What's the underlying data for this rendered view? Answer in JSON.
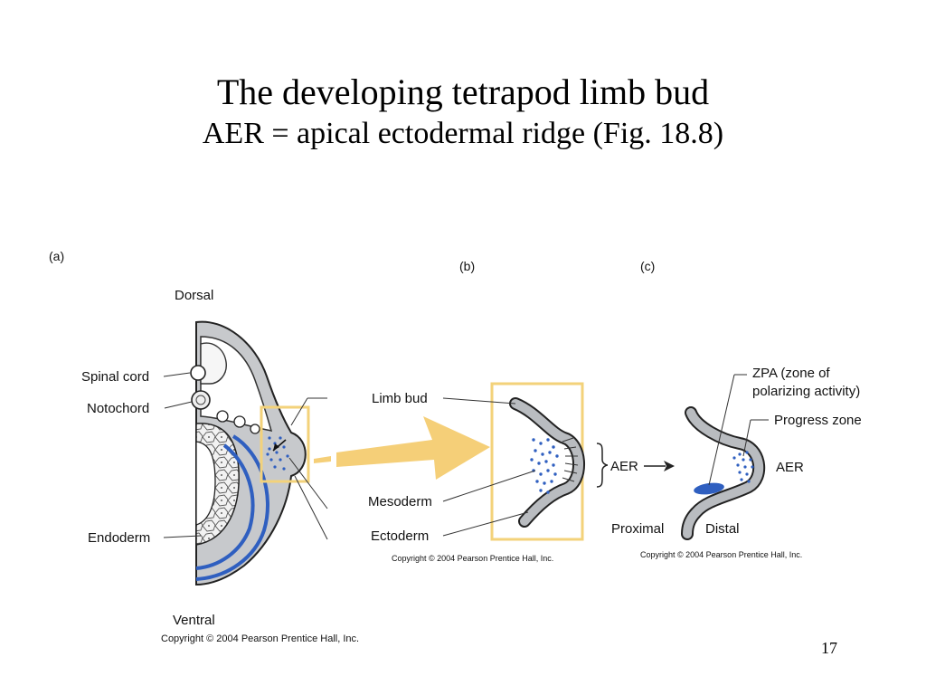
{
  "slide": {
    "title": "The developing tetrapod limb bud",
    "subtitle": "AER = apical ectodermal ridge (Fig. 18.8)",
    "page_number": "17"
  },
  "panel_a": {
    "tag": "(a)",
    "dorsal": "Dorsal",
    "ventral": "Ventral",
    "spinal_cord": "Spinal cord",
    "notochord": "Notochord",
    "endoderm": "Endoderm",
    "copyright": "Copyright © 2004 Pearson Prentice Hall, Inc."
  },
  "panel_b": {
    "tag": "(b)",
    "limb_bud": "Limb bud",
    "mesoderm": "Mesoderm",
    "ectoderm": "Ectoderm",
    "aer": "AER",
    "copyright": "Copyright © 2004 Pearson Prentice Hall, Inc."
  },
  "panel_c": {
    "tag": "(c)",
    "zpa_line1": "ZPA (zone of",
    "zpa_line2": "polarizing activity)",
    "progress_zone": "Progress zone",
    "aer": "AER",
    "proximal": "Proximal",
    "distal": "Distal",
    "copyright": "Copyright © 2004 Pearson Prentice Hall, Inc."
  },
  "colors": {
    "tissue_gray": "#b9bcc0",
    "mesoderm_blue": "#2f5fc0",
    "highlight_yellow": "#f3d27a",
    "arrow_yellow": "#f5cf78"
  }
}
